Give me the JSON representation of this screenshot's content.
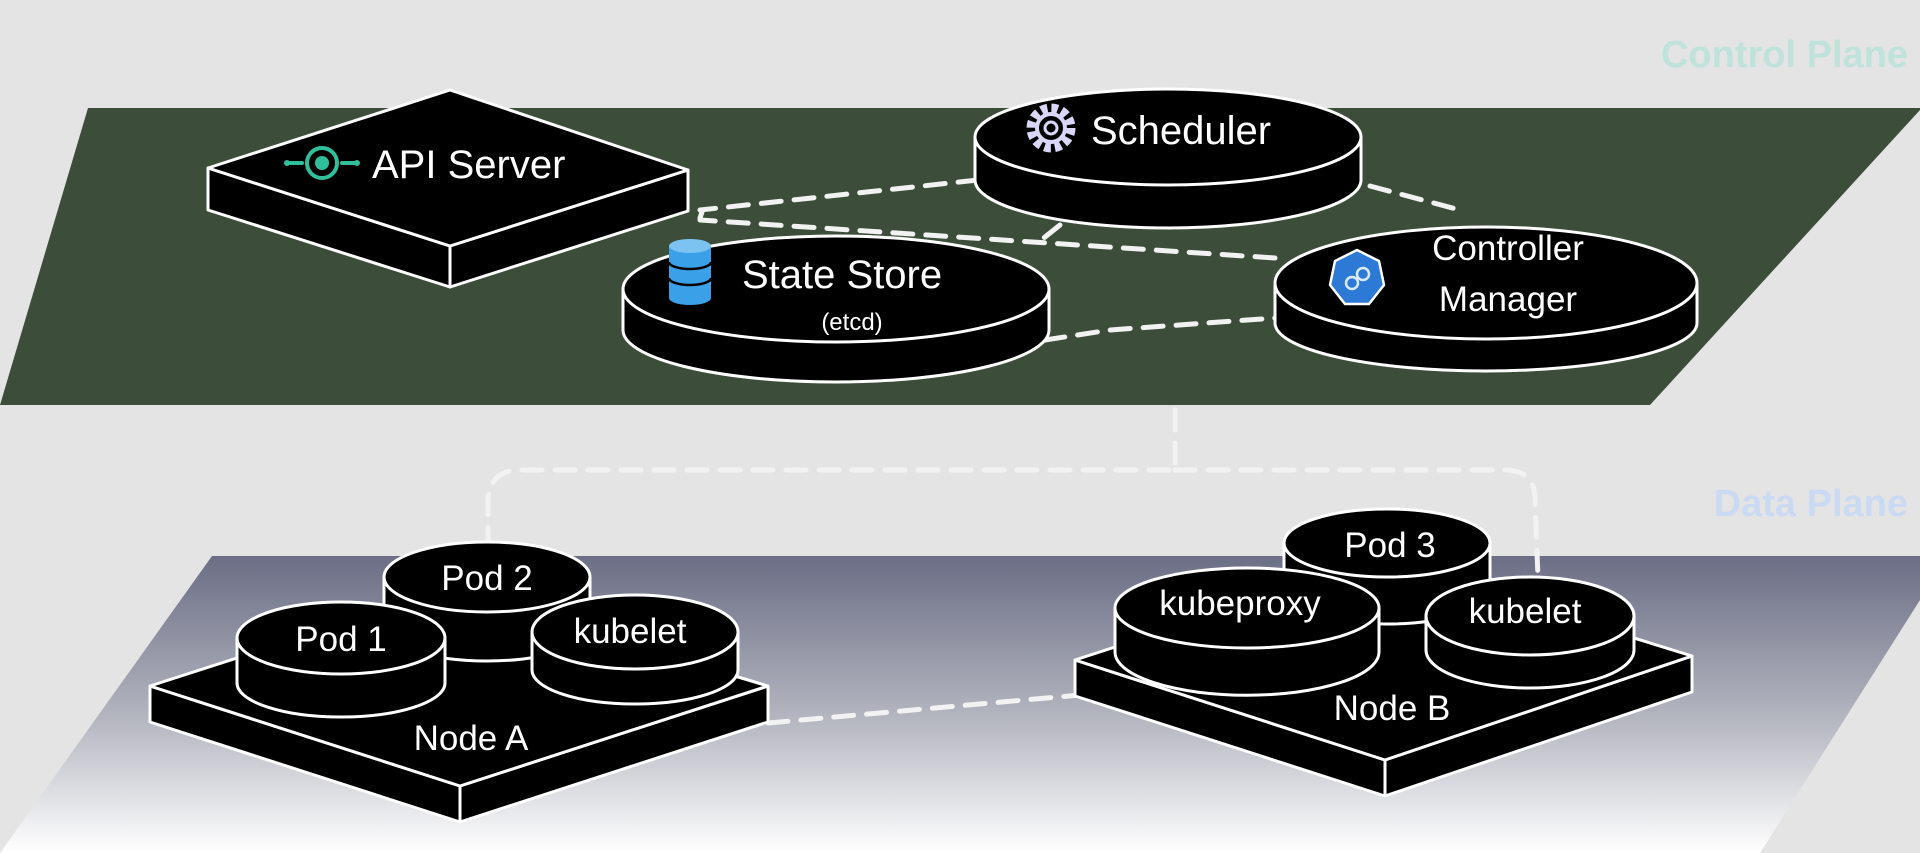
{
  "planes": {
    "control": {
      "title": "Control Plane",
      "title_color": "#bfe3da",
      "fill": "#3c4e3a"
    },
    "data": {
      "title": "Data Plane",
      "title_color": "#c9daf2",
      "fill_top": "#6b6e85",
      "fill_bottom": "#ffffff"
    }
  },
  "control_components": {
    "api_server": {
      "label": "API Server",
      "icon": "api-server-icon",
      "icon_color": "#2fbf9b"
    },
    "scheduler": {
      "label": "Scheduler",
      "icon": "gear-icon",
      "icon_color": "#d9d6f7"
    },
    "state_store": {
      "label": "State Store",
      "sublabel": "(etcd)",
      "icon": "database-icon",
      "icon_color": "#3aa0e8"
    },
    "controller_manager": {
      "label_line1": "Controller",
      "label_line2": "Manager",
      "icon": "controller-icon",
      "icon_color": "#2c79d6"
    }
  },
  "nodes": {
    "node_a": {
      "label": "Node A",
      "pods": [
        "Pod 1",
        "Pod 2"
      ],
      "agent": "kubelet"
    },
    "node_b": {
      "label": "Node B",
      "pods": [
        "Pod 3"
      ],
      "proxy": "kubeproxy",
      "agent": "kubelet"
    }
  }
}
